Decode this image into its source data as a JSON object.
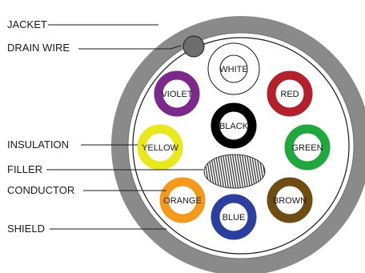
{
  "labels": {
    "jacket": "JACKET",
    "drain_wire": "DRAIN WIRE",
    "insulation": "INSULATION",
    "filler": "FILLER",
    "conductor": "CONDUCTOR",
    "shield": "SHIELD"
  },
  "conductors": [
    {
      "name": "WHITE",
      "color": "#ffffff"
    },
    {
      "name": "VIOLET",
      "color": "#7b2a8c"
    },
    {
      "name": "RED",
      "color": "#b3202a"
    },
    {
      "name": "BLACK",
      "color": "#000000"
    },
    {
      "name": "YELLOW",
      "color": "#e8e81a"
    },
    {
      "name": "GREEN",
      "color": "#1fa83c"
    },
    {
      "name": "ORANGE",
      "color": "#f49a1b"
    },
    {
      "name": "BROWN",
      "color": "#6e4c12"
    },
    {
      "name": "BLUE",
      "color": "#2b3f9e"
    }
  ],
  "colors": {
    "jacket": "#8a8a8a",
    "drain_wire": "#6e6e6e",
    "filler": "#3a3a3a"
  }
}
